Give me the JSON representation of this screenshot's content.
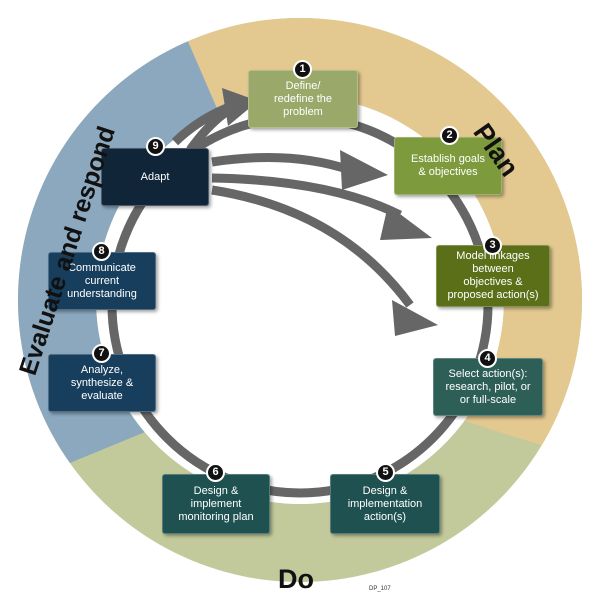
{
  "phases": {
    "plan": "Plan",
    "do": "Do",
    "evaluate": "Evaluate and respond"
  },
  "steps": [
    {
      "number": "1",
      "label": "Define/\nredefine the\nproblem"
    },
    {
      "number": "2",
      "label": "Establish goals\n& objectives"
    },
    {
      "number": "3",
      "label": "Model linkages\nbetween\nobjectives &\nproposed action(s)"
    },
    {
      "number": "4",
      "label": "Select action(s):\nresearch, pilot, or\nor full-scale"
    },
    {
      "number": "5",
      "label": "Design &\nimplementation\naction(s)"
    },
    {
      "number": "6",
      "label": "Design &\nimplement\nmonitoring plan"
    },
    {
      "number": "7",
      "label": "Analyze,\nsynthesize &\nevaluate"
    },
    {
      "number": "8",
      "label": "Communicate\ncurrent\nunderstanding"
    },
    {
      "number": "9",
      "label": "Adapt"
    }
  ],
  "diagram_code": "DP_107",
  "colors": {
    "plan_sector": "#e3c98f",
    "do_sector": "#c2c99b",
    "evaluate_sector": "#8ba8be",
    "loop_arrow": "#666666",
    "step_1": "#9aa86a",
    "step_2": "#7d9a3c",
    "step_3": "#5a6f18",
    "step_4": "#2e5f56",
    "step_5": "#1f5150",
    "step_6": "#1f5150",
    "step_7": "#173e5c",
    "step_8": "#173e5c",
    "step_9": "#102638"
  }
}
